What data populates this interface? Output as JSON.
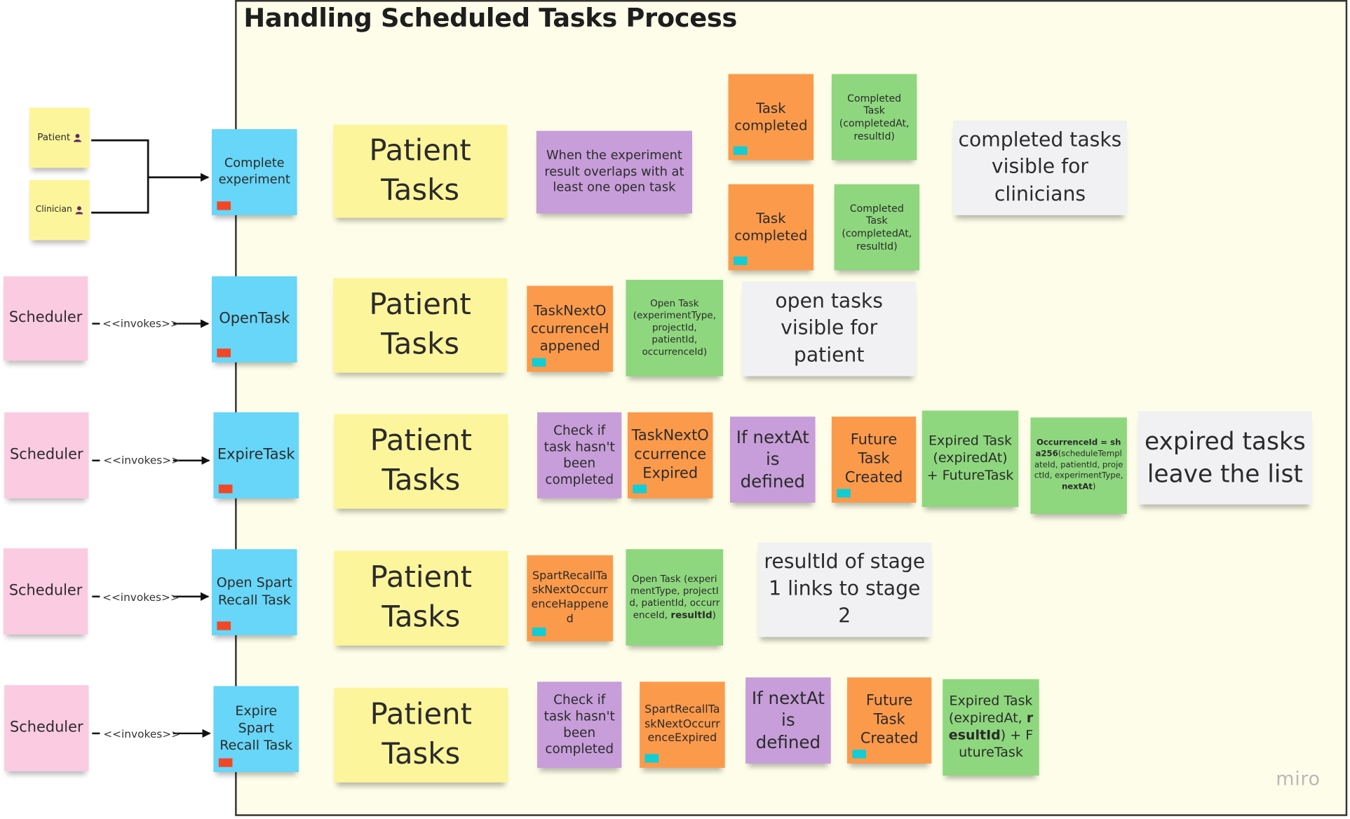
{
  "title": "Handling Scheduled Tasks Process",
  "watermark": "miro",
  "invokes_label": "<<invokes>>",
  "colors": {
    "frame": "#fdfde9",
    "yellow": "#fdf59b",
    "pink": "#fbcbe2",
    "blue": "#67d6f8",
    "orange": "#fc9a4b",
    "green": "#8ed77e",
    "purple": "#c79ed9",
    "white": "#f1f1f4"
  },
  "actors": {
    "patient": "Patient",
    "clinician": "Clinician"
  },
  "row1": {
    "command": "Complete experiment",
    "aggregate": "Patient Tasks",
    "policy": "When the experiment result overlaps with at least one open task",
    "event_a": "Task completed",
    "readmodel_a": "Completed Task (completedAt, resultId)",
    "event_b": "Task completed",
    "readmodel_b": "Completed Task (completedAt, resultId)",
    "note": "completed tasks visible for clinicians"
  },
  "row2": {
    "actor": "Scheduler",
    "command": "OpenTask",
    "aggregate": "Patient Tasks",
    "event": "TaskNextOccurrenceHappened",
    "readmodel": "Open Task (experimentType, projectId, patientId, occurrenceId)",
    "note": "open tasks visible for patient"
  },
  "row3": {
    "actor": "Scheduler",
    "command": "ExpireTask",
    "aggregate": "Patient Tasks",
    "policy": "Check if task hasn't been completed",
    "event": "TaskNextOccurrenceExpired",
    "condition": "If nextAt is defined",
    "event2": "Future Task Created",
    "readmodel": "Expired Task (expiredAt) + FutureTask",
    "formula_bold": "OccurrenceId = sha256",
    "formula_rest": "(scheduleTemplateId, patientId, projectId, experimentType, ",
    "formula_bold2": "nextAt",
    "formula_close": ")",
    "note": "expired tasks leave the list"
  },
  "row4": {
    "actor": "Scheduler",
    "command": "Open Spart Recall Task",
    "aggregate": "Patient Tasks",
    "event": "SpartRecallTaskNextOccurrenceHappened",
    "readmodel_pre": "Open Task (experimentType, projectId, patientId, occurrenceId, ",
    "readmodel_bold": "resultId",
    "readmodel_post": ")",
    "note": "resultId of stage 1 links to stage 2"
  },
  "row5": {
    "actor": "Scheduler",
    "command": "Expire Spart Recall Task",
    "aggregate": "Patient Tasks",
    "policy": "Check if task hasn't been completed",
    "event": "SpartRecallTaskNextOccurrenceExpired",
    "condition": "If nextAt is defined",
    "event2": "Future Task Created",
    "readmodel_pre": "Expired Task (expiredAt, ",
    "readmodel_bold": "resultId",
    "readmodel_post": ") + FutureTask"
  }
}
